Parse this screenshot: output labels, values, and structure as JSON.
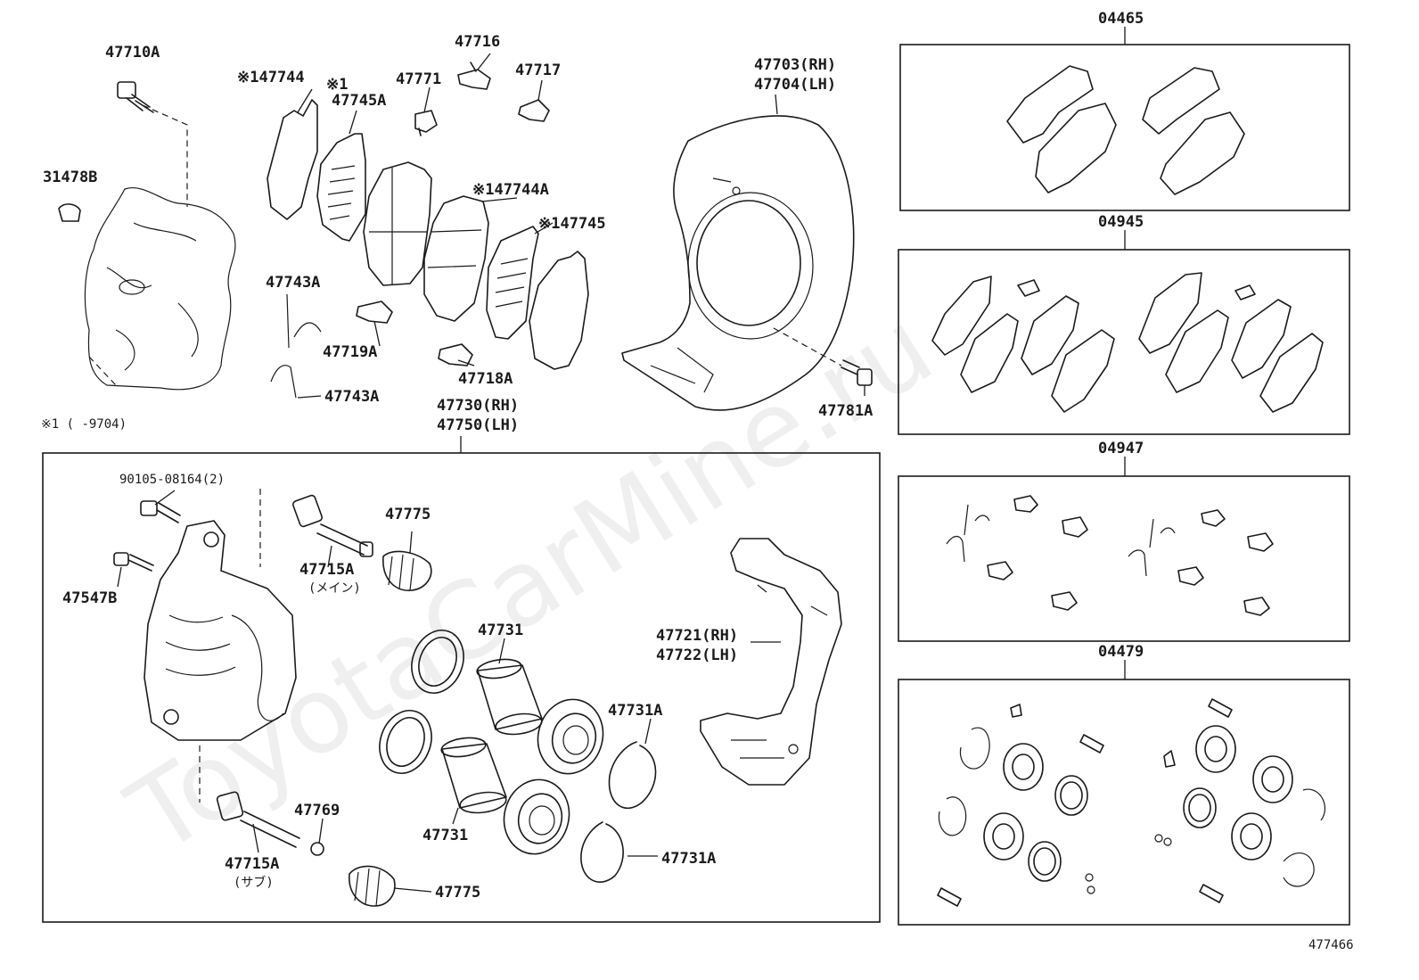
{
  "watermark": "ToyotaCarMine.ru",
  "diagram_id": "477466",
  "footnote": "※1 (     -9704)",
  "labels": {
    "p47710A": "47710A",
    "p31478B": "31478B",
    "p147744": "※147744",
    "p47745A_note": "※1",
    "p47745A": "47745A",
    "p47771": "47771",
    "p47716": "47716",
    "p47717": "47717",
    "p147744A": "※147744A",
    "p147745": "※147745",
    "p47743A_top": "47743A",
    "p47719A": "47719A",
    "p47743A_bottom": "47743A",
    "p47718A": "47718A",
    "p47703": "47703(RH)",
    "p47704": "47704(LH)",
    "p47781A": "47781A",
    "p47730": "47730(RH)",
    "p47750": "47750(LH)",
    "p90105": "90105-08164(2)",
    "p47547B": "47547B",
    "p47715A_main": "47715A",
    "p47715A_main_note": "(メイン)",
    "p47775_top": "47775",
    "p47731_top": "47731",
    "p47721": "47721(RH)",
    "p47722": "47722(LH)",
    "p47731A_top": "47731A",
    "p47769": "47769",
    "p47715A_sub": "47715A",
    "p47715A_sub_note": "(サブ)",
    "p47731_bottom": "47731",
    "p47775_bottom": "47775",
    "p47731A_bottom": "47731A",
    "k04465": "04465",
    "k04945": "04945",
    "k04947": "04947",
    "k04479": "04479"
  }
}
